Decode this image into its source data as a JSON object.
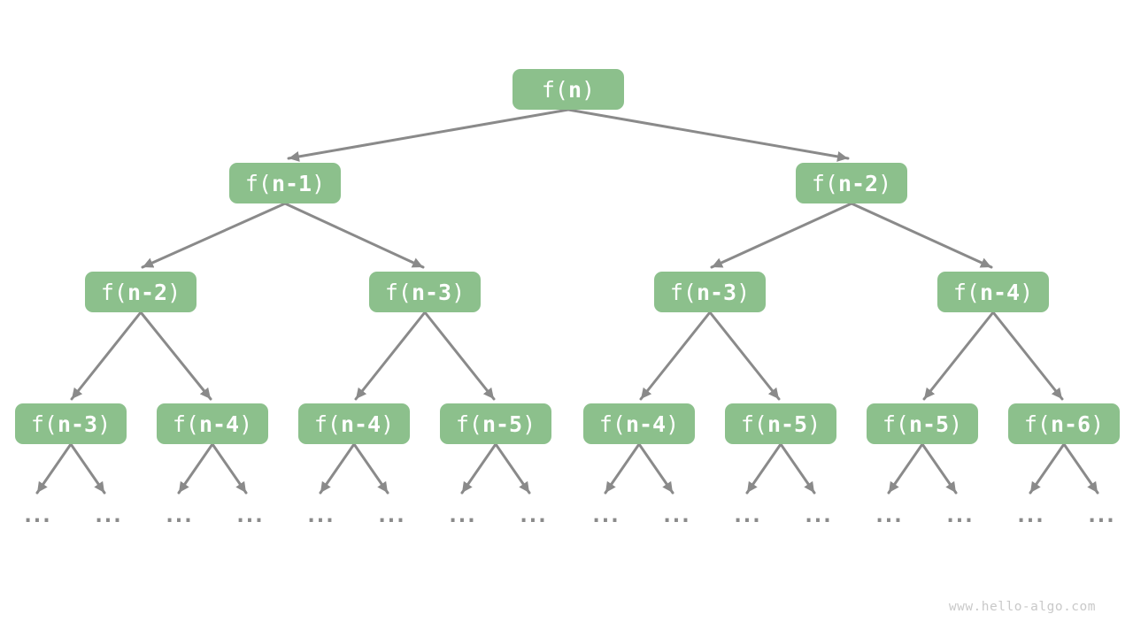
{
  "colors": {
    "node_fill": "#8CC08C",
    "node_text": "#FFFFFF",
    "arrow": "#8A8A8A",
    "watermark": "#C9C9C9"
  },
  "watermark": "www.hello-algo.com",
  "diagram": {
    "type": "recursion-tree",
    "leaf_ellipsis": "...",
    "leaf_count": 16,
    "levels": [
      {
        "nodes": [
          {
            "prefix": "f(",
            "arg": "n",
            "suffix": ")"
          }
        ]
      },
      {
        "nodes": [
          {
            "prefix": "f(",
            "arg": "n-1",
            "suffix": ")"
          },
          {
            "prefix": "f(",
            "arg": "n-2",
            "suffix": ")"
          }
        ]
      },
      {
        "nodes": [
          {
            "prefix": "f(",
            "arg": "n-2",
            "suffix": ")"
          },
          {
            "prefix": "f(",
            "arg": "n-3",
            "suffix": ")"
          },
          {
            "prefix": "f(",
            "arg": "n-3",
            "suffix": ")"
          },
          {
            "prefix": "f(",
            "arg": "n-4",
            "suffix": ")"
          }
        ]
      },
      {
        "nodes": [
          {
            "prefix": "f(",
            "arg": "n-3",
            "suffix": ")"
          },
          {
            "prefix": "f(",
            "arg": "n-4",
            "suffix": ")"
          },
          {
            "prefix": "f(",
            "arg": "n-4",
            "suffix": ")"
          },
          {
            "prefix": "f(",
            "arg": "n-5",
            "suffix": ")"
          },
          {
            "prefix": "f(",
            "arg": "n-4",
            "suffix": ")"
          },
          {
            "prefix": "f(",
            "arg": "n-5",
            "suffix": ")"
          },
          {
            "prefix": "f(",
            "arg": "n-5",
            "suffix": ")"
          },
          {
            "prefix": "f(",
            "arg": "n-6",
            "suffix": ")"
          }
        ]
      }
    ]
  }
}
